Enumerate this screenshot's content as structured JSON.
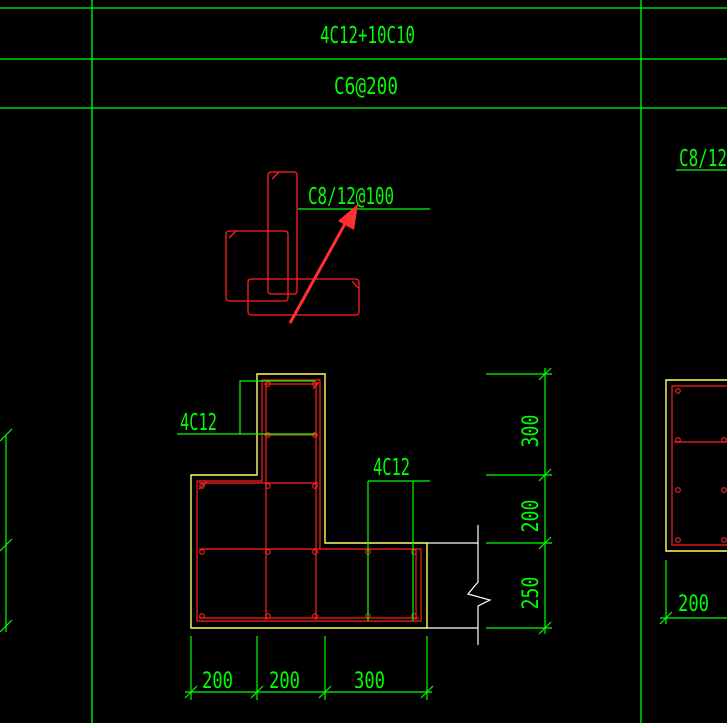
{
  "header": {
    "longitudinal_rebar": "4C12+10C10",
    "stirrup": "C6@200"
  },
  "right_column": {
    "partial_label": "C8/12",
    "dimension": "200"
  },
  "detail": {
    "stirrup_label": "C8/12@100"
  },
  "section": {
    "left_rebar_label": "4C12",
    "right_rebar_label": "4C12",
    "vertical_dims": [
      "300",
      "200",
      "250"
    ],
    "horizontal_dims": [
      "200",
      "200",
      "300"
    ]
  },
  "colors": {
    "background": "#000000",
    "annotation": "#00ff00",
    "rebar": "#ff2020",
    "outline": "#ffff60",
    "arrow": "#ff3030",
    "break_line": "#ffffff"
  }
}
